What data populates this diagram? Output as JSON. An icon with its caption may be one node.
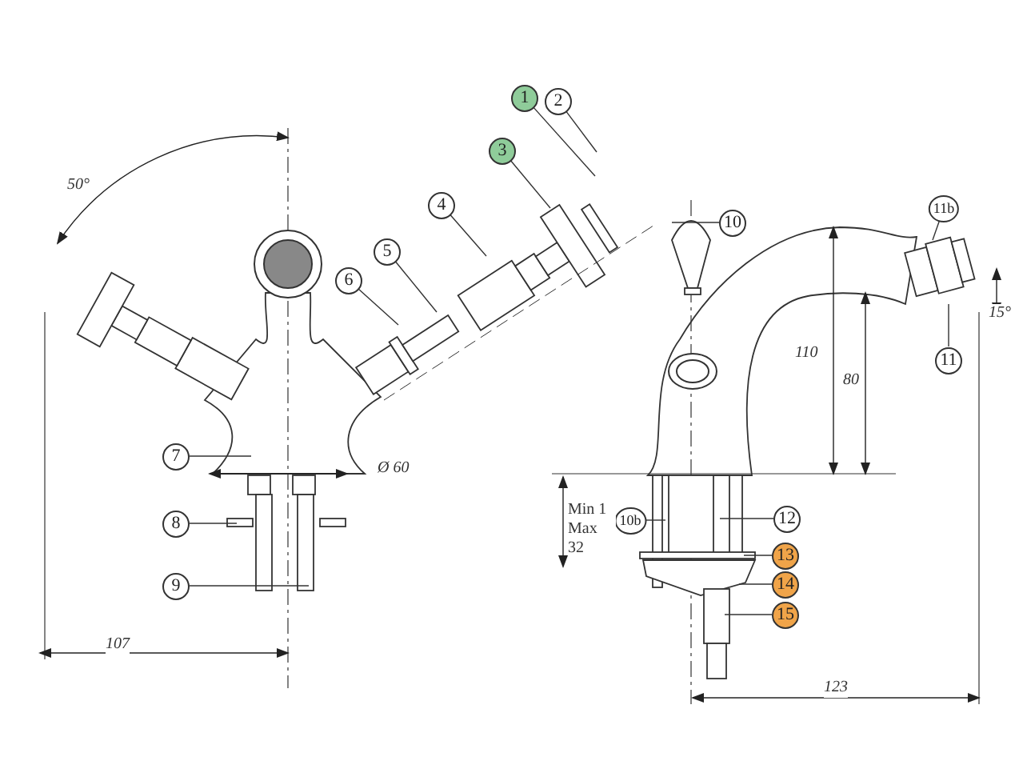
{
  "diagram": {
    "nodes": [
      {
        "text": [
          "1"
        ]
      },
      {
        "text": [
          "2"
        ]
      },
      {
        "text": [
          "3"
        ]
      },
      {
        "text": [
          "4"
        ]
      },
      {
        "text": [
          "10"
        ]
      },
      {
        "text": [
          "11b"
        ]
      },
      {
        "text": [
          "5"
        ]
      },
      {
        "text": [
          "6"
        ]
      },
      {
        "text": [
          "11"
        ]
      },
      {
        "text": [
          "7"
        ]
      },
      {
        "text": [
          "10b"
        ]
      },
      {
        "text": [
          "12"
        ]
      },
      {
        "text": [
          "8"
        ]
      },
      {
        "text": [
          "13"
        ]
      },
      {
        "text": [
          "9"
        ]
      },
      {
        "text": [
          "14"
        ]
      },
      {
        "text": [
          "15"
        ]
      }
    ],
    "edges": [
      {
        "from": 0,
        "to": null,
        "arrow": "none"
      },
      {
        "from": 1,
        "to": null,
        "arrow": "none"
      },
      {
        "from": 2,
        "to": null,
        "arrow": "none"
      },
      {
        "from": 3,
        "to": null,
        "arrow": "none"
      },
      {
        "from": 4,
        "to": null,
        "arrow": "none"
      },
      {
        "from": 5,
        "to": null,
        "arrow": "none"
      },
      {
        "from": 6,
        "to": null,
        "arrow": "none"
      },
      {
        "from": 7,
        "to": null,
        "arrow": "none"
      },
      {
        "from": 8,
        "to": null,
        "arrow": "none"
      },
      {
        "from": 9,
        "to": null,
        "arrow": "none"
      },
      {
        "from": 10,
        "to": null,
        "arrow": "none"
      },
      {
        "from": 11,
        "to": null,
        "arrow": "none"
      },
      {
        "from": 12,
        "to": null,
        "arrow": "none"
      },
      {
        "from": 13,
        "to": null,
        "arrow": "none"
      },
      {
        "from": 14,
        "to": null,
        "arrow": "none"
      },
      {
        "from": 15,
        "to": null,
        "arrow": "none"
      },
      {
        "from": 16,
        "to": null,
        "arrow": "none"
      }
    ],
    "labels": [
      "50°",
      "15°",
      "110",
      "80",
      "Ø 60",
      "Min 1 Max 32",
      "107",
      "123"
    ]
  }
}
